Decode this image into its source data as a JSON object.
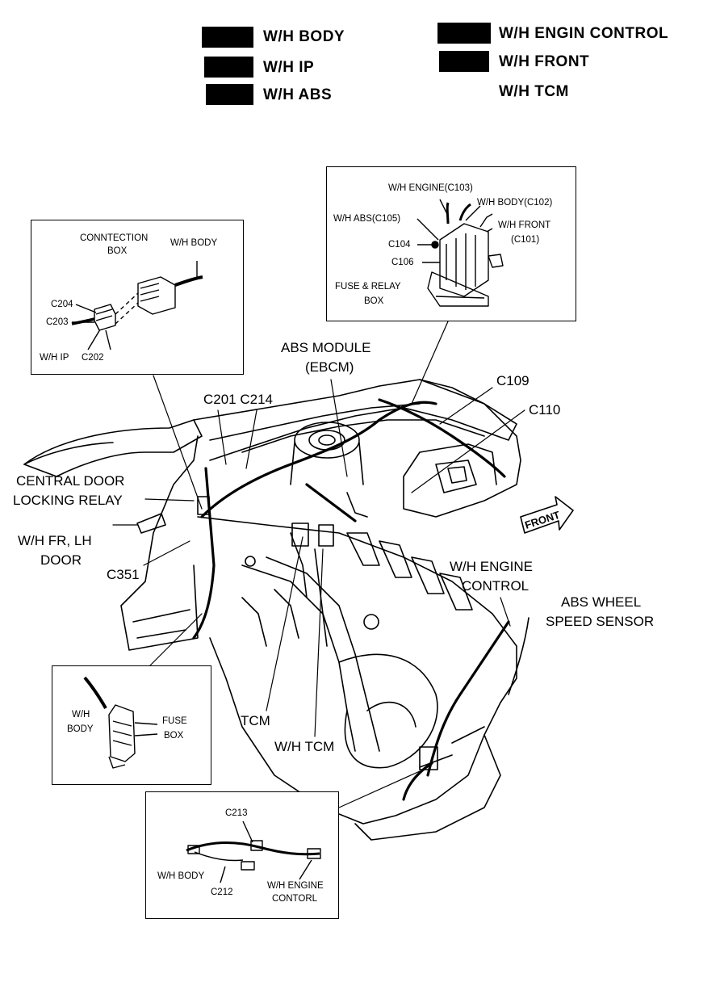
{
  "legend": [
    {
      "label": "W/H BODY",
      "swatch": "#000000"
    },
    {
      "label": "W/H IP",
      "swatch": "#000000"
    },
    {
      "label": "W/H ABS",
      "swatch": "#000000"
    },
    {
      "label": "W/H ENGIN CONTROL",
      "swatch": "#000000"
    },
    {
      "label": "W/H FRONT",
      "swatch": "#000000"
    },
    {
      "label": "W/H TCM",
      "swatch": "none"
    }
  ],
  "callouts": {
    "abs_module": "ABS MODULE",
    "ebcm": "(EBCM)",
    "c109": "C109",
    "c110": "C110",
    "c201_c214": "C201 C214",
    "central_door_1": "CENTRAL DOOR",
    "central_door_2": "LOCKING RELAY",
    "wh_fr_lh_1": "W/H FR, LH",
    "wh_fr_lh_2": "DOOR",
    "c351": "C351",
    "front_arrow": "FRONT",
    "wh_engine_control_1": "W/H ENGINE",
    "wh_engine_control_2": "CONTROL",
    "abs_wheel_1": "ABS WHEEL",
    "abs_wheel_2": "SPEED SENSOR",
    "tcm": "TCM",
    "wh_tcm": "W/H TCM"
  },
  "inset_connection_box": {
    "title_1": "CONNTECTION",
    "title_2": "BOX",
    "wh_body": "W/H BODY",
    "c204": "C204",
    "c203": "C203",
    "wh_ip": "W/H IP",
    "c202": "C202"
  },
  "inset_fuse_relay": {
    "wh_engine": "W/H ENGINE(C103)",
    "wh_body": "W/H BODY(C102)",
    "wh_abs": "W/H ABS(C105)",
    "wh_front_1": "W/H FRONT",
    "wh_front_2": "(C101)",
    "c104": "C104",
    "c106": "C106",
    "fuse_relay_1": "FUSE & RELAY",
    "fuse_relay_2": "BOX"
  },
  "inset_fuse_box": {
    "wh_body_1": "W/H",
    "wh_body_2": "BODY",
    "fuse_box_1": "FUSE",
    "fuse_box_2": "BOX"
  },
  "inset_c212_c213": {
    "c213": "C213",
    "wh_body": "W/H BODY",
    "c212": "C212",
    "wh_engine_1": "W/H ENGINE",
    "wh_engine_2": "CONTORL"
  }
}
